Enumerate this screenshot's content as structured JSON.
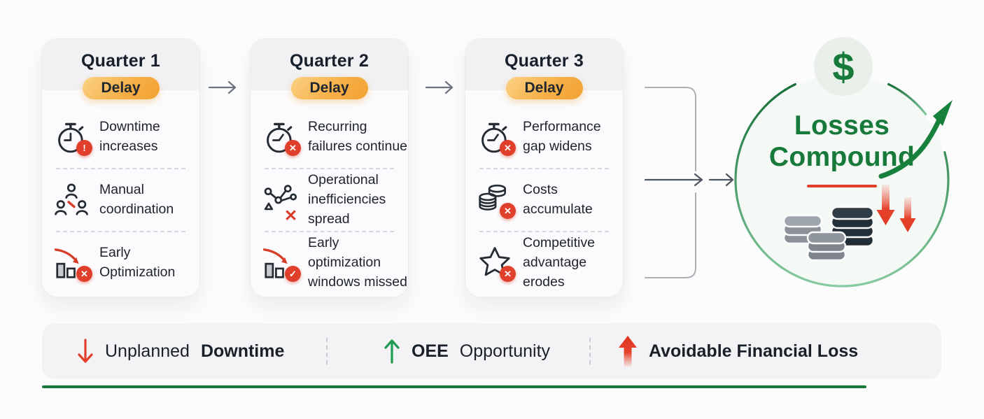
{
  "colors": {
    "accent_green": "#17793A",
    "accent_red": "#E0402B",
    "badge_orange_from": "#FBD286",
    "badge_orange_to": "#F2A132",
    "card_header_gray": "#F1F1F4",
    "legend_bg": "#F3F3F5"
  },
  "cards": [
    {
      "title": "Quarter 1",
      "badge": "Delay",
      "items": [
        {
          "icon": "stopwatch-alert-icon",
          "status_glyph": "!",
          "label": "Downtime\nincreases"
        },
        {
          "icon": "team-coordination-icon",
          "label": "Manual\ncoordination"
        },
        {
          "icon": "declining-chart-icon",
          "status_glyph": "✕",
          "label": "Early\nOptimization"
        }
      ]
    },
    {
      "title": "Quarter 2",
      "badge": "Delay",
      "items": [
        {
          "icon": "stopwatch-error-icon",
          "status_glyph": "✕",
          "label": "Recurring\nfailures continue"
        },
        {
          "icon": "network-error-icon",
          "status_glyph": "✕",
          "label": "Operational\ninefficiencies spread"
        },
        {
          "icon": "declining-chart-icon",
          "status_glyph": "✓",
          "label": "Early optimization\nwindows missed"
        }
      ]
    },
    {
      "title": "Quarter 3",
      "badge": "Delay",
      "items": [
        {
          "icon": "stopwatch-error-icon",
          "status_glyph": "✕",
          "label": "Performance\ngap widens"
        },
        {
          "icon": "coins-icon",
          "status_glyph": "✕",
          "label": "Costs\naccumulate"
        },
        {
          "icon": "star-icon",
          "status_glyph": "✕",
          "label": "Competitive\nadvantage erodes"
        }
      ]
    }
  ],
  "result": {
    "dollar_sign": "$",
    "title_line1": "Losses",
    "title_line2": "Compound"
  },
  "legend": {
    "items": [
      {
        "icon": "down-arrow-red-icon",
        "normal": "Unplanned",
        "bold": "Downtime"
      },
      {
        "icon": "up-arrow-green-icon",
        "bold": "OEE",
        "normal": "Opportunity"
      },
      {
        "icon": "up-arrow-red-solid-icon",
        "bold": "Avoidable Financial Loss"
      }
    ]
  }
}
